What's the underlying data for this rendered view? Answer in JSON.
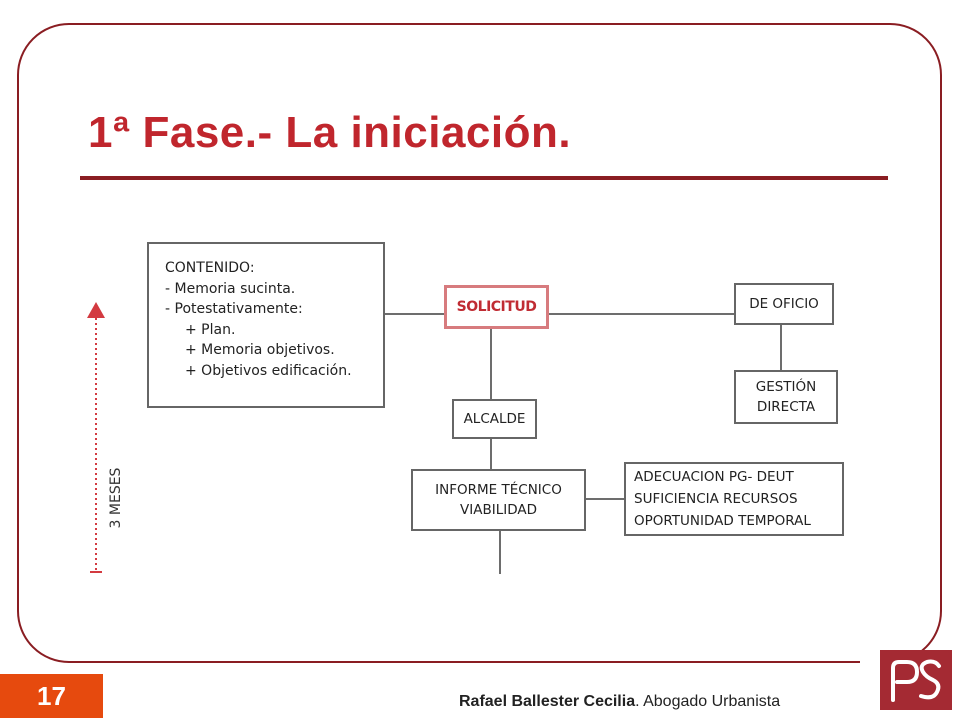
{
  "slide": {
    "title": "1ª Fase.- La iniciación.",
    "page_number": "17",
    "footer_author": "Rafael Ballester Cecilia",
    "footer_separator": ". ",
    "footer_role": "Abogado Urbanista"
  },
  "diagram": {
    "timeline_label": "3 MESES",
    "contenido": {
      "heading": "CONTENIDO:",
      "items": [
        "- Memoria sucinta.",
        "- Potestativamente:"
      ],
      "subitems": [
        "+ Plan.",
        "+ Memoria objetivos.",
        "+ Objetivos edificación."
      ]
    },
    "solicitud": "SOLICITUD",
    "de_oficio": "DE OFICIO",
    "gestion_directa": [
      "GESTIÓN",
      "DIRECTA"
    ],
    "alcalde": "ALCALDE",
    "informe_tecnico": [
      "INFORME TÉCNICO",
      "VIABILIDAD"
    ],
    "adecuacion": [
      "ADECUACION PG- DEUT",
      "SUFICIENCIA RECURSOS",
      "OPORTUNIDAD TEMPORAL"
    ]
  },
  "colors": {
    "accent_red": "#c0262d",
    "frame_dark_red": "#8a1d22",
    "page_badge_orange": "#e64a0e",
    "logo_bg": "#a42a33"
  },
  "logo_icon": "ps-logo-icon"
}
